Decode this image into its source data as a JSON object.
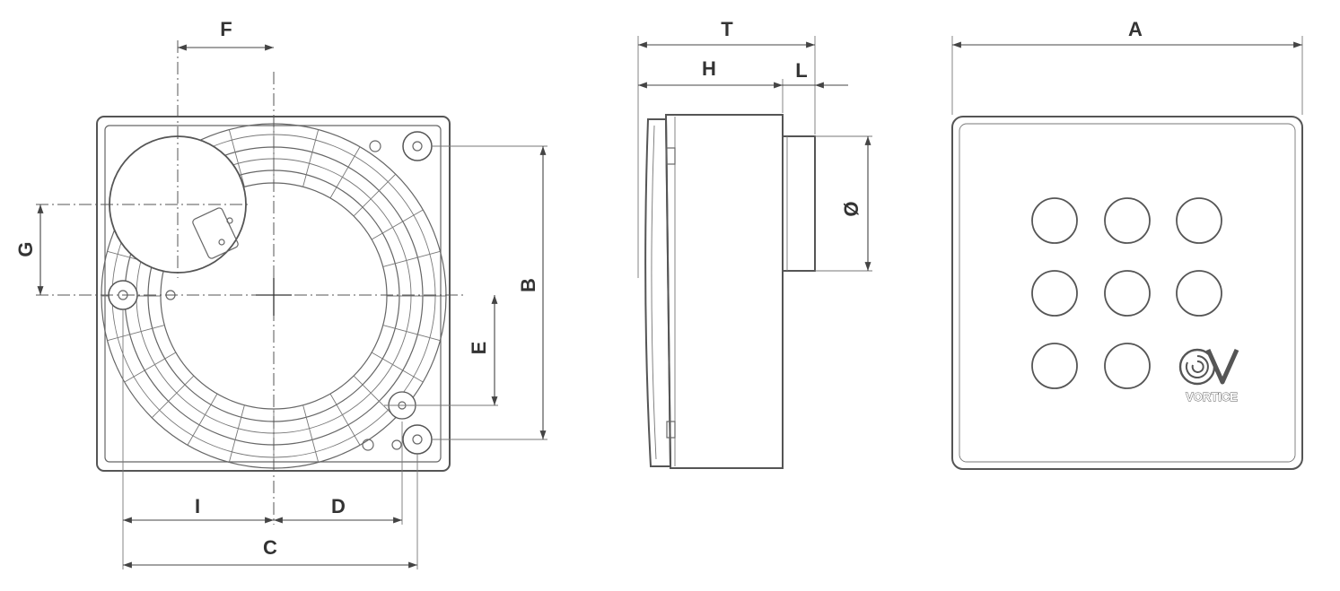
{
  "views": {
    "back": {
      "labels": {
        "f": "F",
        "g": "G",
        "b": "B",
        "e": "E",
        "i": "I",
        "d": "D",
        "c": "C"
      }
    },
    "side": {
      "labels": {
        "t": "T",
        "h": "H",
        "l": "L",
        "diameter": "Ø"
      }
    },
    "front": {
      "labels": {
        "a": "A"
      },
      "logo_text": "VORTICE"
    }
  },
  "colors": {
    "line": "#555555",
    "text": "#333333"
  }
}
